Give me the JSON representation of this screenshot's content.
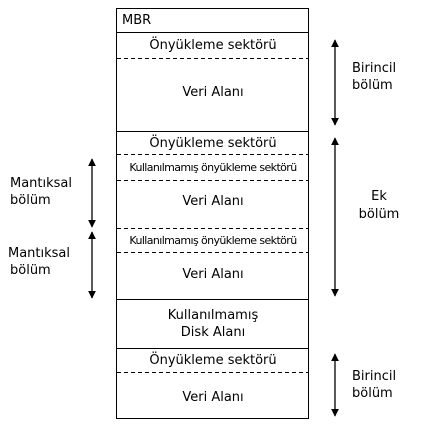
{
  "mbr": "MBR",
  "primary_top": {
    "boot_sector": "Önyükleme sektörü",
    "data_area": "Veri  Alanı",
    "label_line1": "Birincil",
    "label_line2": "bölüm"
  },
  "extended": {
    "boot_sector": "Önyükleme sektörü",
    "label_line1": "Ek",
    "label_line2": "bölüm",
    "logical": [
      {
        "unused_boot_sector": "Kullanılmamış önyükleme sektörü",
        "data_area": "Veri  Alanı",
        "label_line1": "Mantıksal",
        "label_line2": "bölüm"
      },
      {
        "unused_boot_sector": "Kullanılmamış önyükleme sektörü",
        "data_area": "Veri  Alanı",
        "label_line1": "Mantıksal",
        "label_line2": "bölüm"
      }
    ]
  },
  "unused_space": {
    "line1": "Kullanılmamış",
    "line2": "Disk  Alanı"
  },
  "primary_bottom": {
    "boot_sector": "Önyükleme sektörü",
    "data_area": "Veri  Alanı",
    "label_line1": "Birincil",
    "label_line2": "bölüm"
  }
}
